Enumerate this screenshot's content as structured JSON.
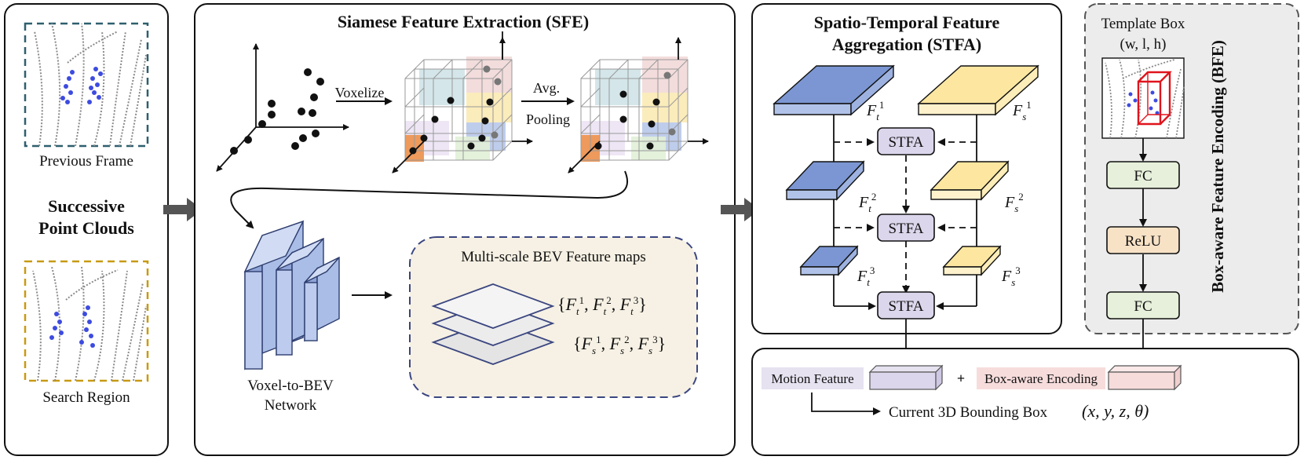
{
  "panels": {
    "input": {
      "title_line1": "Successive",
      "title_line2": "Point Clouds",
      "previous_frame": "Previous Frame",
      "search_region": "Search Region"
    },
    "sfe": {
      "title": "Siamese Feature Extraction (SFE)",
      "voxelize": "Voxelize",
      "avg": "Avg.",
      "pooling": "Pooling",
      "network_line1": "Voxel-to-BEV",
      "network_line2": "Network",
      "bev_title": "Multi-scale BEV Feature maps",
      "bev_t": "{F_t^1, F_t^2, F_t^3}",
      "bev_s": "{F_s^1, F_s^2, F_s^3}"
    },
    "stfa": {
      "title_line1": "Spatio-Temporal Feature",
      "title_line2": "Aggregation (STFA)",
      "module_label": "STFA",
      "labels_t": [
        "F_t^1",
        "F_t^2",
        "F_t^3"
      ],
      "labels_s": [
        "F_s^1",
        "F_s^2",
        "F_s^3"
      ]
    },
    "bfe": {
      "template_line1": "Template Box",
      "template_line2": "(w, l, h)",
      "fc1": "FC",
      "relu": "ReLU",
      "fc2": "FC",
      "side_title": "Box-aware Feature Encoding (BFE)"
    },
    "output": {
      "motion_feature": "Motion Feature",
      "plus": "+",
      "box_aware_encoding": "Box-aware Encoding",
      "result_label": "Current 3D Bounding Box",
      "result_formula": "(x, y, z, θ)"
    }
  },
  "colors": {
    "blue_plane": "#7b96d2",
    "yellow_plane": "#fde7a0",
    "stfa_box": "#dcd6ec",
    "fc_box": "#e6f0da",
    "relu_box": "#f7e2c6",
    "bev_bg": "#f6f1e4",
    "teal_dash": "#2e5f6e",
    "gold_dash": "#c89a12",
    "motion_bg": "#e6e2f0",
    "box_enc_bg": "#f7dcdc"
  }
}
